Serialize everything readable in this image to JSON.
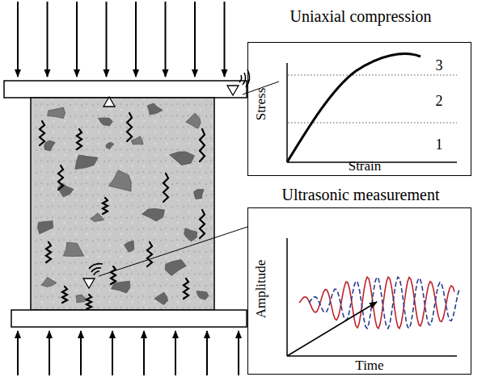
{
  "diagram": {
    "nodes": [
      {
        "text": [
          "Uniaxial compression",
          "Stress",
          "Strain",
          "3",
          "2",
          "1"
        ]
      },
      {
        "text": [
          "Ultrasonic measurement",
          "Amplitude",
          "Time"
        ]
      }
    ]
  }
}
